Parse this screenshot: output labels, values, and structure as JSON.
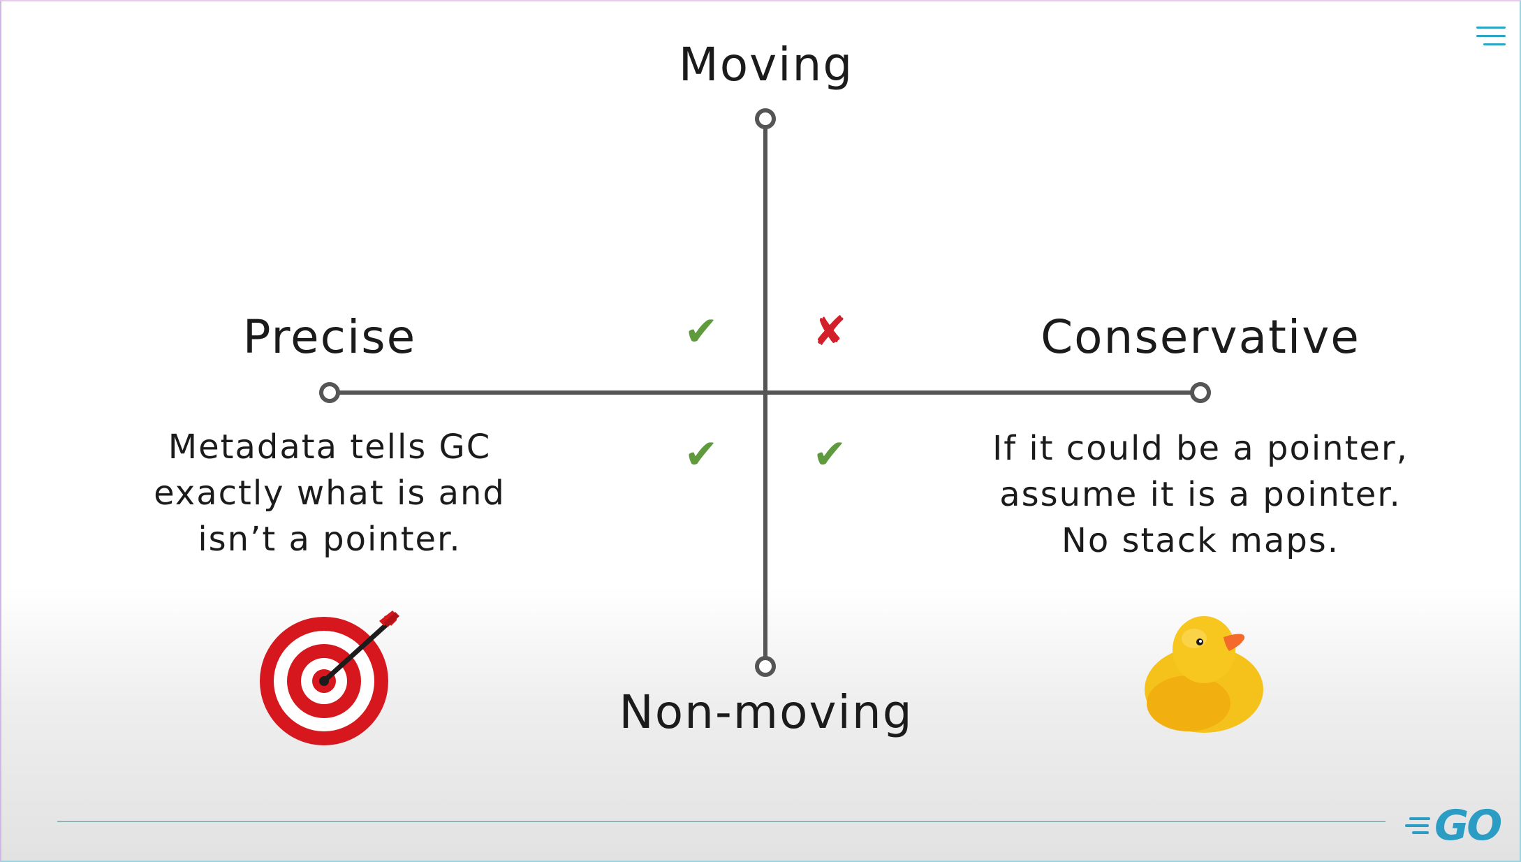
{
  "axes": {
    "top": "Moving",
    "bottom": "Non-moving",
    "left": "Precise",
    "right": "Conservative"
  },
  "descriptions": {
    "precise": [
      "Metadata tells GC",
      "exactly what is and",
      "isn’t a pointer."
    ],
    "conservative": [
      "If it could be a pointer,",
      "assume it is a pointer.",
      "No stack maps."
    ]
  },
  "marks": {
    "precise_moving": "✔",
    "conservative_moving": "✘",
    "precise_nonmoving": "✔",
    "conservative_nonmoving": "✔"
  },
  "icons": {
    "precise": "target-with-arrow-icon",
    "conservative": "rubber-duck-icon",
    "menu": "hamburger-menu-icon"
  },
  "logo": "GO",
  "colors": {
    "check": "#5f9a3f",
    "cross": "#d31f2a",
    "axis": "#555555",
    "accent": "#2b9cc4",
    "target": "#d6181e",
    "duck": "#f5c21b",
    "beak": "#f36a2a"
  }
}
